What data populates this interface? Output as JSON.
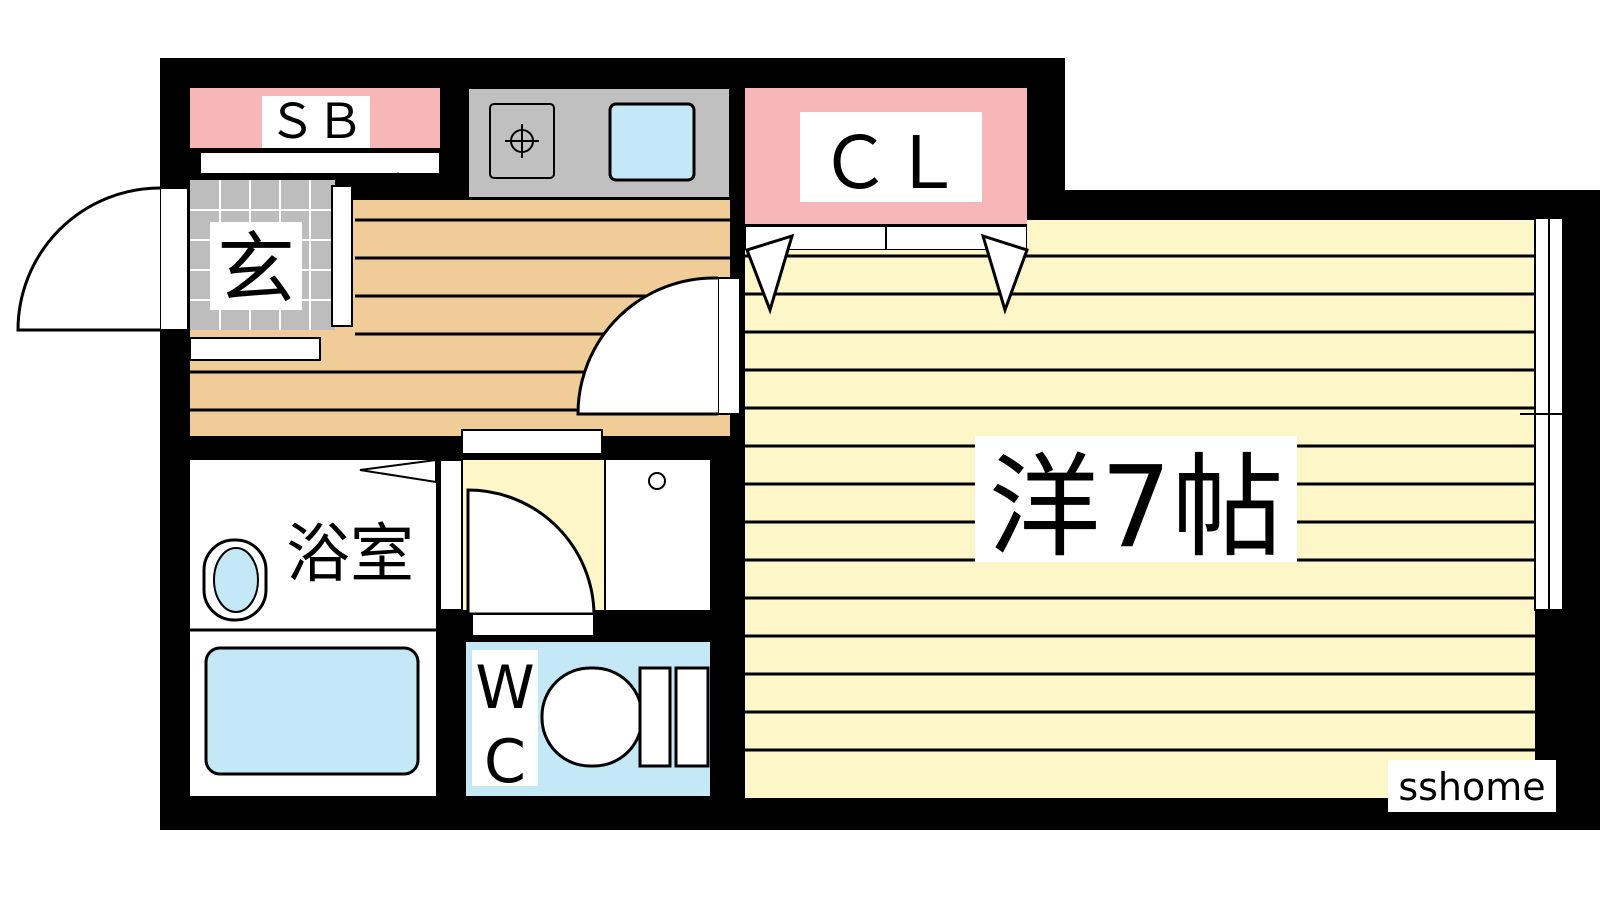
{
  "floor_plan": {
    "rooms": {
      "shoe_box": {
        "label": "ＳＢ"
      },
      "entrance": {
        "label": "玄"
      },
      "closet": {
        "label": "ＣＬ"
      },
      "bathroom": {
        "label": "浴室"
      },
      "toilet": {
        "label_top": "W",
        "label_bottom": "C"
      },
      "western_room": {
        "label": "洋7帖"
      }
    },
    "watermark": {
      "text": "sshome"
    },
    "colors": {
      "wall": "#000000",
      "storage": "#f7b6b8",
      "kitchen": "#c0c0c0",
      "corridor_floor": "#f0cd98",
      "room_floor": "#fdf6c8",
      "fixture": "#c4e8f6",
      "tile": "#bdbdbd"
    }
  }
}
